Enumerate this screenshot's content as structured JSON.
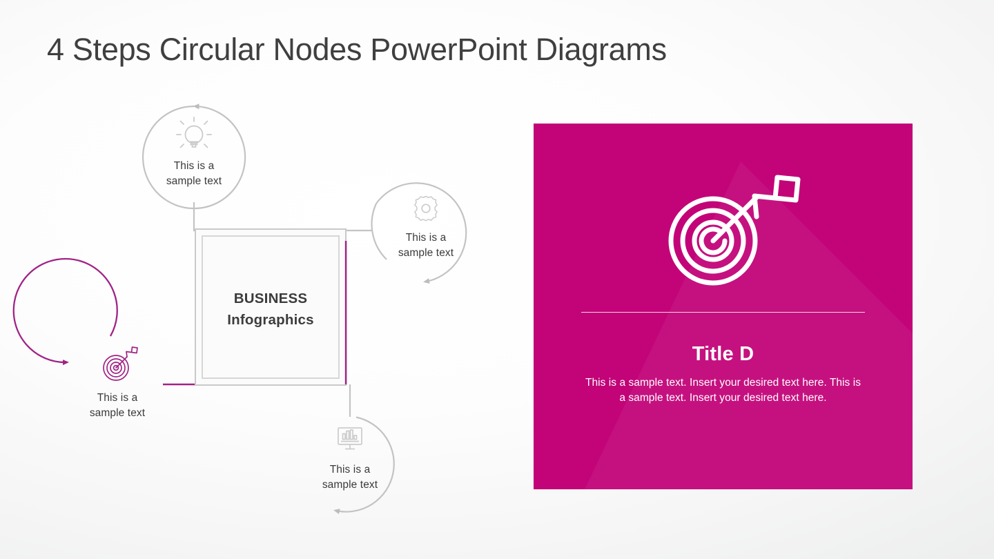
{
  "slide": {
    "title": "4 Steps Circular Nodes PowerPoint Diagrams"
  },
  "colors": {
    "panel_magenta": "#C20478",
    "node_magenta": "#A02387",
    "node_gray": "#bcbcbc",
    "text_dark": "#3a3a3a",
    "white": "#FFFFFF"
  },
  "center": {
    "line1": "BUSINESS",
    "line2": "Infographics",
    "text": "BUSINESS\nInfographics"
  },
  "nodes": [
    {
      "id": "node-a",
      "icon": "lightbulb-icon",
      "position": "top",
      "state": "inactive",
      "color": "#bcbcbc",
      "label": "This is a\nsample text"
    },
    {
      "id": "node-b",
      "icon": "gear-icon",
      "position": "right",
      "state": "inactive",
      "color": "#bcbcbc",
      "label": "This is a\nsample text"
    },
    {
      "id": "node-c",
      "icon": "monitor-chart-icon",
      "position": "bottom",
      "state": "inactive",
      "color": "#bcbcbc",
      "label": "This is a\nsample text"
    },
    {
      "id": "node-d",
      "icon": "target-icon",
      "position": "left",
      "state": "active",
      "color": "#A02387",
      "label": "This is a\nsample text"
    }
  ],
  "panel": {
    "icon": "target-icon",
    "title": "Title D",
    "body": "This is a sample text. Insert your desired text here. This is a sample text. Insert your desired text here.",
    "background": "#C20478"
  }
}
